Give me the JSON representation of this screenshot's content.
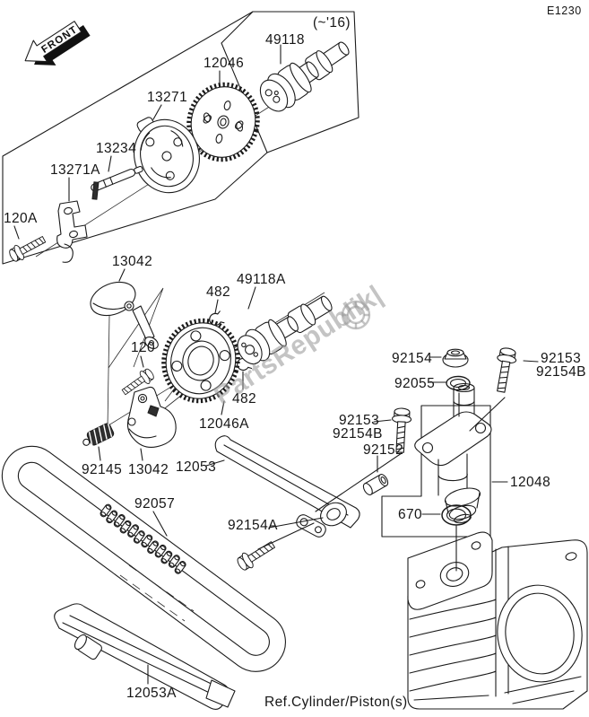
{
  "diagram": {
    "code": "E1230",
    "front_marker": "FRONT",
    "variant_note": "(~'16)",
    "reference_note": "Ref.Cylinder/Piston(s)",
    "watermark": "PartsRepublik|",
    "line_color": "#1b1b1b",
    "watermark_color": "#9a9a9a"
  },
  "callouts": [
    {
      "id": "49118",
      "label": "49118"
    },
    {
      "id": "12046",
      "label": "12046"
    },
    {
      "id": "13271",
      "label": "13271"
    },
    {
      "id": "13234",
      "label": "13234"
    },
    {
      "id": "13271A",
      "label": "13271A"
    },
    {
      "id": "120A",
      "label": "120A"
    },
    {
      "id": "13042-upper",
      "label": "13042"
    },
    {
      "id": "49118A",
      "label": "49118A"
    },
    {
      "id": "482-upper",
      "label": "482"
    },
    {
      "id": "120",
      "label": "120"
    },
    {
      "id": "92154",
      "label": "92154"
    },
    {
      "id": "92153-right",
      "label": "92153"
    },
    {
      "id": "92154B-right",
      "label": "92154B"
    },
    {
      "id": "92055",
      "label": "92055"
    },
    {
      "id": "482-lower",
      "label": "482"
    },
    {
      "id": "92153-left",
      "label": "92153"
    },
    {
      "id": "92154B-left",
      "label": "92154B"
    },
    {
      "id": "12046A",
      "label": "12046A"
    },
    {
      "id": "92152",
      "label": "92152"
    },
    {
      "id": "92145",
      "label": "92145"
    },
    {
      "id": "13042-lower",
      "label": "13042"
    },
    {
      "id": "12053",
      "label": "12053"
    },
    {
      "id": "12048",
      "label": "12048"
    },
    {
      "id": "92057",
      "label": "92057"
    },
    {
      "id": "670",
      "label": "670"
    },
    {
      "id": "92154A",
      "label": "92154A"
    },
    {
      "id": "12053A",
      "label": "12053A"
    }
  ]
}
